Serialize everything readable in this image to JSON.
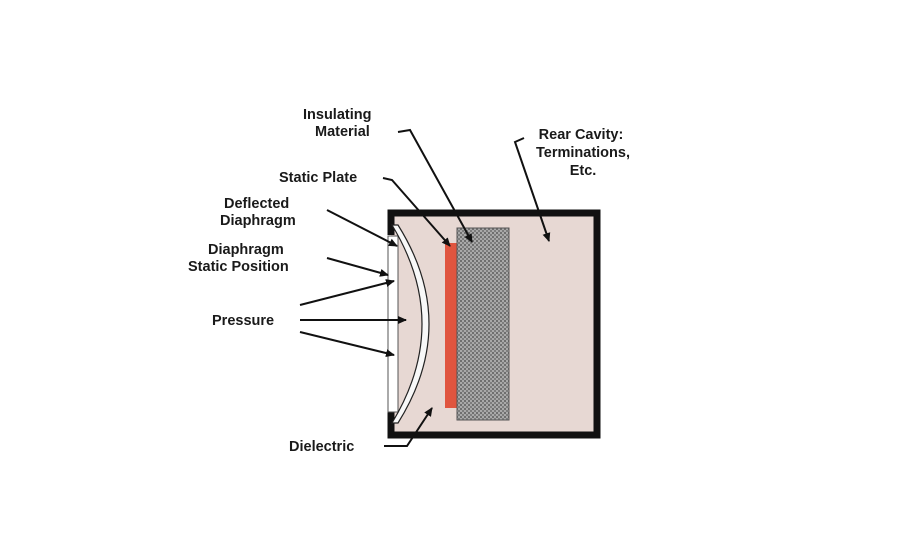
{
  "labels": {
    "insulating_material": [
      "Insulating",
      "Material"
    ],
    "rear_cavity": [
      "Rear Cavity:",
      "Terminations,",
      "Etc."
    ],
    "static_plate": "Static Plate",
    "deflected_diaphragm": [
      "Deflected",
      "Diaphragm"
    ],
    "diaphragm_static_position": [
      "Diaphragm",
      "Static Position"
    ],
    "pressure": "Pressure",
    "dielectric": "Dielectric"
  },
  "colors": {
    "housing_fill": "#e7d8d3",
    "housing_stroke": "#111111",
    "static_plate": "#e0553f",
    "insulating_material": "#8e8e8e",
    "diaphragm": "#f6f6f6",
    "leader_lines": "#111111"
  }
}
